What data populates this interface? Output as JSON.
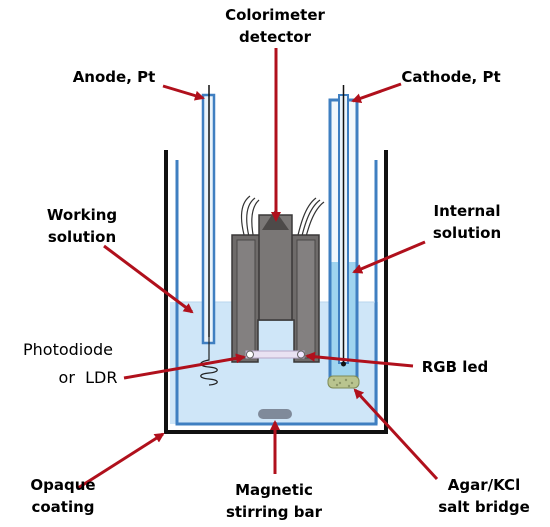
{
  "labels": {
    "colorimeter_1": "Colorimeter",
    "colorimeter_2": "detector",
    "anode": "Anode, Pt",
    "cathode": "Cathode, Pt",
    "working_1": "Working",
    "working_2": "solution",
    "internal_1": "Internal",
    "internal_2": "solution",
    "photodiode_1": "Photodiode",
    "photodiode_2": "or  LDR",
    "rgb": "RGB led",
    "opaque_1": "Opaque",
    "opaque_2": "coating",
    "stirring_1": "Magnetic",
    "stirring_2": "stirring bar",
    "saltbridge_1": "Agar/KCl",
    "saltbridge_2": "salt bridge"
  },
  "colors": {
    "arrow": "#b0101c",
    "solution": "#cfe6f8",
    "electrode_tube": "#3f7fc1",
    "internal_solution": "#9fd4ef",
    "detector": "#6e6b6a",
    "salt_bridge": "#b9c48f",
    "stir_bar": "#7f8a9a"
  }
}
